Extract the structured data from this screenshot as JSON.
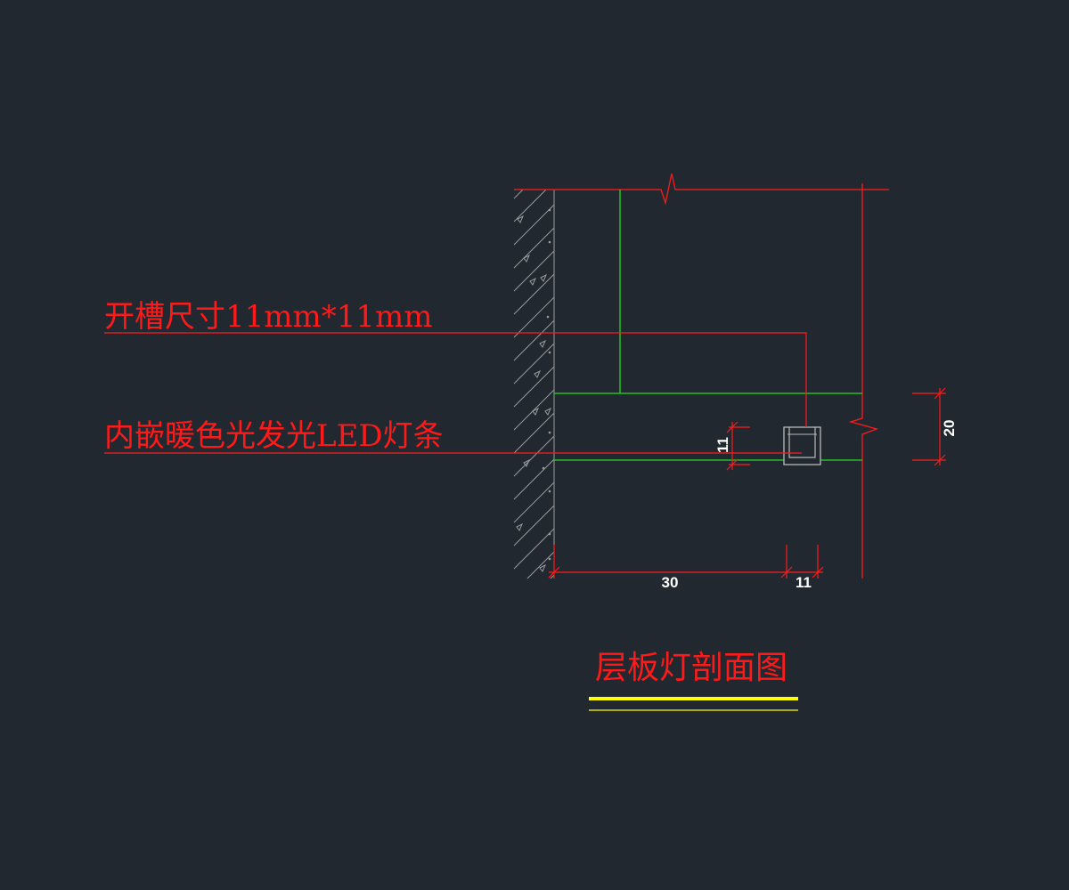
{
  "annotations": {
    "slot_size": "开槽尺寸11mm*11mm",
    "led_strip": "内嵌暖色光发光LED灯条"
  },
  "dimensions": {
    "width_30": "30",
    "width_11": "11",
    "height_11": "11",
    "height_20": "20"
  },
  "drawing_title": "层板灯剖面图",
  "colors": {
    "background": "#212830",
    "annotation_red": "#ff1a1a",
    "board_green": "#22dd22",
    "wall_hatch_gray": "#9a9a9a",
    "underline_yellow": "#ffff00",
    "dimension_text": "#ffffff"
  }
}
